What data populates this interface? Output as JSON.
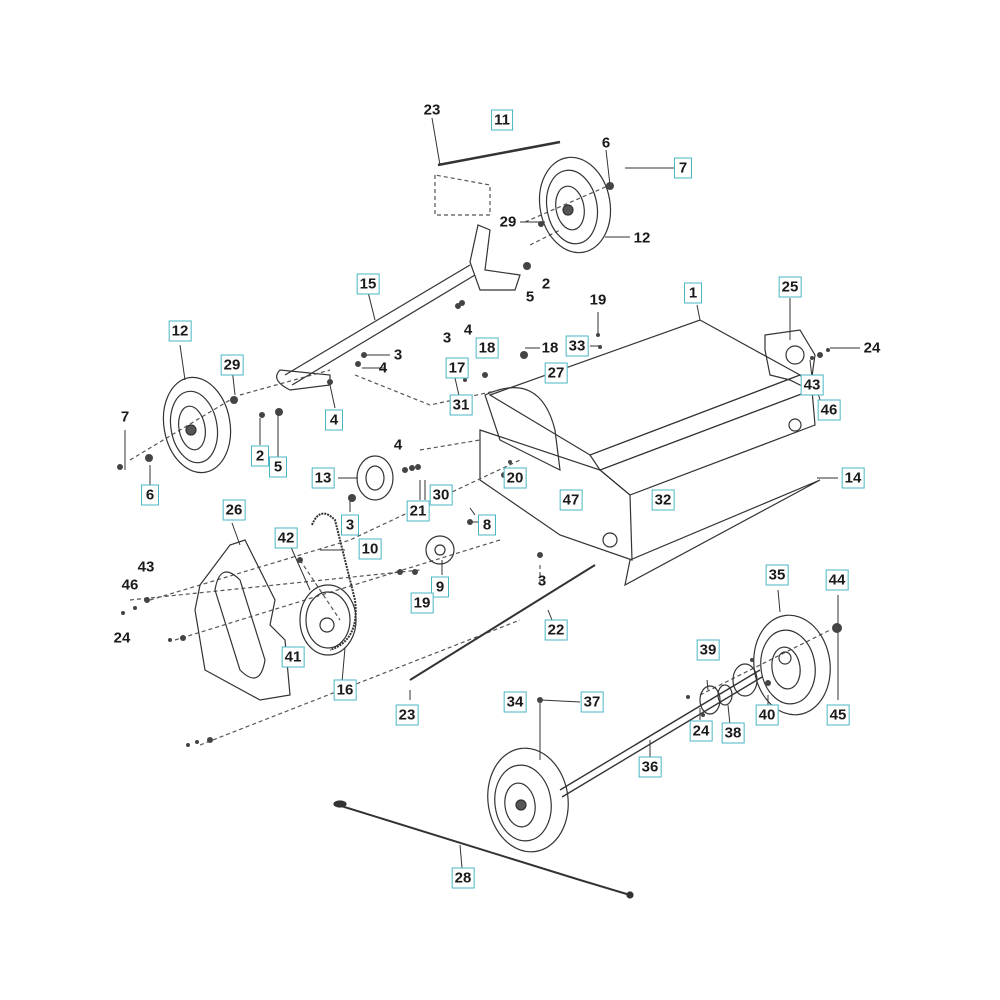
{
  "title": "Exploded parts diagram — chassis, wheels and drive assembly",
  "accent_color": "#49b6c4",
  "line_color": "#333333",
  "labels": [
    {
      "id": "l23a",
      "text": "23",
      "boxed": false
    },
    {
      "id": "l11",
      "text": "11",
      "boxed": true
    },
    {
      "id": "l6a",
      "text": "6",
      "boxed": false
    },
    {
      "id": "l7a",
      "text": "7",
      "boxed": true
    },
    {
      "id": "l29a",
      "text": "29",
      "boxed": false
    },
    {
      "id": "l12a",
      "text": "12",
      "boxed": false
    },
    {
      "id": "l5a",
      "text": "5",
      "boxed": false
    },
    {
      "id": "l2a",
      "text": "2",
      "boxed": false
    },
    {
      "id": "l15",
      "text": "15",
      "boxed": true
    },
    {
      "id": "l1",
      "text": "1",
      "boxed": true
    },
    {
      "id": "l19a",
      "text": "19",
      "boxed": false
    },
    {
      "id": "l25",
      "text": "25",
      "boxed": true
    },
    {
      "id": "l3a",
      "text": "3",
      "boxed": false
    },
    {
      "id": "l4a",
      "text": "4",
      "boxed": false
    },
    {
      "id": "l18b",
      "text": "18",
      "boxed": true
    },
    {
      "id": "l18a",
      "text": "18",
      "boxed": false
    },
    {
      "id": "l33",
      "text": "33",
      "boxed": true
    },
    {
      "id": "l24a",
      "text": "24",
      "boxed": false
    },
    {
      "id": "l12b",
      "text": "12",
      "boxed": true
    },
    {
      "id": "l29b",
      "text": "29",
      "boxed": true
    },
    {
      "id": "l3b",
      "text": "3",
      "boxed": false
    },
    {
      "id": "l4b",
      "text": "4",
      "boxed": false
    },
    {
      "id": "l17",
      "text": "17",
      "boxed": true
    },
    {
      "id": "l27",
      "text": "27",
      "boxed": true
    },
    {
      "id": "l43a",
      "text": "43",
      "boxed": true
    },
    {
      "id": "l46a",
      "text": "46",
      "boxed": true
    },
    {
      "id": "l31",
      "text": "31",
      "boxed": true
    },
    {
      "id": "l7b",
      "text": "7",
      "boxed": false
    },
    {
      "id": "l4c",
      "text": "4",
      "boxed": true
    },
    {
      "id": "l2b",
      "text": "2",
      "boxed": true
    },
    {
      "id": "l5b",
      "text": "5",
      "boxed": true
    },
    {
      "id": "l4d",
      "text": "4",
      "boxed": false
    },
    {
      "id": "l13",
      "text": "13",
      "boxed": true
    },
    {
      "id": "l20",
      "text": "20",
      "boxed": true
    },
    {
      "id": "l14",
      "text": "14",
      "boxed": true
    },
    {
      "id": "l6b",
      "text": "6",
      "boxed": true
    },
    {
      "id": "l30",
      "text": "30",
      "boxed": true
    },
    {
      "id": "l47",
      "text": "47",
      "boxed": true
    },
    {
      "id": "l32",
      "text": "32",
      "boxed": true
    },
    {
      "id": "l21",
      "text": "21",
      "boxed": true
    },
    {
      "id": "l26",
      "text": "26",
      "boxed": true
    },
    {
      "id": "l3c",
      "text": "3",
      "boxed": true
    },
    {
      "id": "l8",
      "text": "8",
      "boxed": true
    },
    {
      "id": "l42",
      "text": "42",
      "boxed": true
    },
    {
      "id": "l10",
      "text": "10",
      "boxed": true
    },
    {
      "id": "l43b",
      "text": "43",
      "boxed": false
    },
    {
      "id": "l46b",
      "text": "46",
      "boxed": false
    },
    {
      "id": "l9",
      "text": "9",
      "boxed": true
    },
    {
      "id": "l19b",
      "text": "19",
      "boxed": true
    },
    {
      "id": "l3d",
      "text": "3",
      "boxed": false
    },
    {
      "id": "l35",
      "text": "35",
      "boxed": true
    },
    {
      "id": "l44",
      "text": "44",
      "boxed": true
    },
    {
      "id": "l24b",
      "text": "24",
      "boxed": false
    },
    {
      "id": "l22",
      "text": "22",
      "boxed": true
    },
    {
      "id": "l41",
      "text": "41",
      "boxed": true
    },
    {
      "id": "l39",
      "text": "39",
      "boxed": true
    },
    {
      "id": "l16",
      "text": "16",
      "boxed": true
    },
    {
      "id": "l34",
      "text": "34",
      "boxed": true
    },
    {
      "id": "l37",
      "text": "37",
      "boxed": true
    },
    {
      "id": "l23b",
      "text": "23",
      "boxed": true
    },
    {
      "id": "l40",
      "text": "40",
      "boxed": true
    },
    {
      "id": "l45",
      "text": "45",
      "boxed": true
    },
    {
      "id": "l38",
      "text": "38",
      "boxed": true
    },
    {
      "id": "l36",
      "text": "36",
      "boxed": true
    },
    {
      "id": "l24c",
      "text": "24",
      "boxed": true
    },
    {
      "id": "l28",
      "text": "28",
      "boxed": true
    }
  ]
}
